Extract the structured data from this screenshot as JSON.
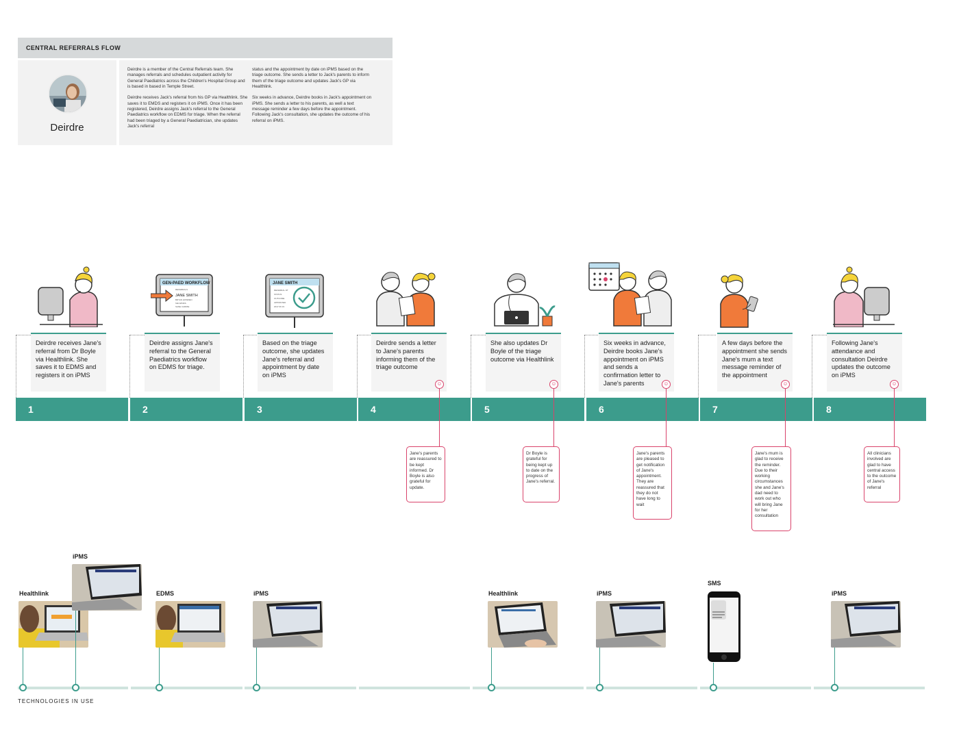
{
  "header": {
    "title": "CENTRAL REFERRALS FLOW"
  },
  "persona": {
    "name": "Deirdre",
    "bio_col1": "Deirdre is a member of the Central Referrals team. She manages referrals and schedules outpatient activity for General Paediatrics across the Children's Hospital Group and is based in based in Temple Street.\n\nDeirdre receives Jack's referral from his GP via Healthlink. She saves it to EMDS and registers it on iPMS. Once it has been registered, Deirdre assigns Jack's referral to the General Paediatrics workflow on EDMS for triage. When the referral had been triaged by a General Paediatrician, she updates Jack's referral",
    "bio_col2": "status and the appointment by date on iPMS based on the triage outcome. She sends a letter to Jack's parents to inform them of the triage outcome and updates Jack's GP via Healthlink.\n\nSix weeks in advance, Deirdre books in Jack's appointment on iPMS. She sends a letter to his parents, as well a text message reminder a few days before the appointment. Following Jack's consultation, she updates the outcome of his referral on iPMS."
  },
  "illustrations": {
    "step2_screen": {
      "title": "GEN-PAED WORKFLOW",
      "name": "JANE SMITH",
      "lines": [
        "REFERRALS",
        "",
        "BRYAN HOWDEN",
        "SIE WINDS",
        "SANE CARRIE"
      ]
    },
    "step3_screen": {
      "name": "JANE SMITH",
      "lines": [
        "REFERRAL DT",
        "STATUS",
        "OUTCOME",
        "APPOINTED",
        "2017 09 19"
      ]
    }
  },
  "steps": [
    {
      "number": "1",
      "text": "Deirdre receives Jane's referral from Dr Boyle via Healthlink. She saves it to EDMS and registers it on iPMS",
      "icon": "person-at-computer-icon",
      "emotion": null
    },
    {
      "number": "2",
      "text": "Deirdre assigns Jane's referral to the General Paediatrics workflow on EDMS for triage.",
      "icon": "workflow-screen-icon",
      "emotion": null
    },
    {
      "number": "3",
      "text": "Based on the triage outcome, she updates Jane's referral and appointment by date on iPMS",
      "icon": "checkmark-screen-icon",
      "emotion": null
    },
    {
      "number": "4",
      "text": "Deirdre sends a letter to Jane's parents informing them of the triage outcome",
      "icon": "parents-with-letter-icon",
      "emotion": "Jane's parents are reassured to be kept informed. Dr Boyle is also grateful for update."
    },
    {
      "number": "5",
      "text": "She also updates Dr Boyle of the triage outcome via Healthlink",
      "icon": "doctor-at-laptop-icon",
      "emotion": "Dr Boyle is grateful for being kept up to date on the progress of Jane's referral."
    },
    {
      "number": "6",
      "text": "Six weeks in advance, Deirdre books Jane's appointment on iPMS and sends a confirmation letter to Jane's parents",
      "icon": "calendar-parents-icon",
      "emotion": "Jane's parents are pleased to get notification of Jane's appointment. They are reassured that they do not have long to wait"
    },
    {
      "number": "7",
      "text": "A few days before the appointment she sends Jane's mum a text message reminder of the appointment",
      "icon": "mum-with-phone-icon",
      "emotion": "Jane's mum is glad to receive the reminder. Due to their working circumstances she and Jane's dad need to work out who will bring Jane for her consultation"
    },
    {
      "number": "8",
      "text": "Following Jane's attendance and consultation Deirdre updates the outcome on iPMS",
      "icon": "person-at-computer-icon",
      "emotion": "All clinicians involved are glad to have central access to the outcome of Jane's referral"
    }
  ],
  "technologies": {
    "title": "TECHNOLOGIES IN USE",
    "items": [
      {
        "label": "Healthlink",
        "kind": "laptop-photo-icon"
      },
      {
        "label": "iPMS",
        "kind": "laptop-photo-icon"
      },
      {
        "label": "EDMS",
        "kind": "laptop-photo-icon"
      },
      {
        "label": "iPMS",
        "kind": "laptop-photo-icon"
      },
      {
        "label": "Healthlink",
        "kind": "laptop-photo-icon"
      },
      {
        "label": "iPMS",
        "kind": "laptop-photo-icon"
      },
      {
        "label": "SMS",
        "kind": "smartphone-icon"
      },
      {
        "label": "iPMS",
        "kind": "laptop-photo-icon"
      }
    ]
  },
  "colors": {
    "teal": "#3c9c8c",
    "pink": "#d9426a",
    "orange": "#f07a3a",
    "yellow": "#f5d43a"
  }
}
